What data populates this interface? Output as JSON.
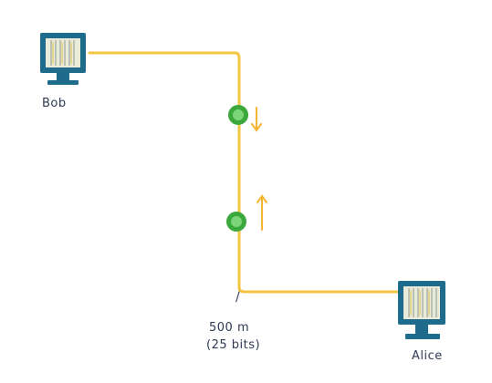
{
  "nodes": {
    "bob": {
      "label": "Bob"
    },
    "alice": {
      "label": "Alice"
    }
  },
  "link": {
    "distance_label": "500 m",
    "bits_label": "(25 bits)",
    "tick": "/",
    "color": "#f5c542"
  },
  "signals": [
    {
      "color": "#3aa83a",
      "direction": "down"
    },
    {
      "color": "#3aa83a",
      "direction": "up"
    }
  ],
  "computer_color": "#1e6b8c"
}
